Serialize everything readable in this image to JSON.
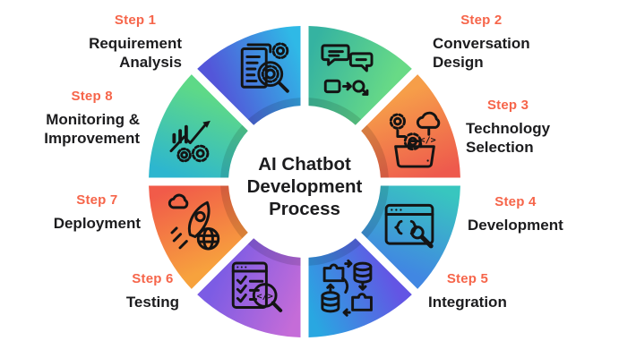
{
  "title": "AI Chatbot Development Process",
  "center": {
    "line1": "AI Chatbot",
    "line2": "Development",
    "line3": "Process"
  },
  "colors": {
    "accent": "#f6654a",
    "text": "#1c1c1e",
    "background": "#ffffff",
    "icon_stroke": "#141414"
  },
  "steps": [
    {
      "step": "Step 1",
      "name": "Requirement\nAnalysis",
      "icon": "document-analysis-icon",
      "gradient": {
        "from": "#5356d9",
        "to": "#2fb9e6"
      }
    },
    {
      "step": "Step 2",
      "name": "Conversation\nDesign",
      "icon": "chat-flow-icon",
      "gradient": {
        "from": "#35b3a1",
        "to": "#68da86"
      }
    },
    {
      "step": "Step 3",
      "name": "Technology\nSelection",
      "icon": "toolbox-icon",
      "gradient": {
        "from": "#f69e49",
        "to": "#ee5a4d"
      }
    },
    {
      "step": "Step 4",
      "name": "Development",
      "icon": "code-window-icon",
      "gradient": {
        "from": "#38c6bf",
        "to": "#4187e2"
      }
    },
    {
      "step": "Step 5",
      "name": "Integration",
      "icon": "puzzle-database-icon",
      "gradient": {
        "from": "#6355e4",
        "to": "#29a7e1"
      }
    },
    {
      "step": "Step 6",
      "name": "Testing",
      "icon": "checklist-magnifier-icon",
      "gradient": {
        "from": "#c56cd8",
        "to": "#7c5ce4"
      }
    },
    {
      "step": "Step 7",
      "name": "Deployment",
      "icon": "rocket-globe-icon",
      "gradient": {
        "from": "#f7a23d",
        "to": "#f15b49"
      }
    },
    {
      "step": "Step 8",
      "name": "Monitoring &\nImprovement",
      "icon": "growth-gears-icon",
      "gradient": {
        "from": "#2db6cf",
        "to": "#5ed987"
      }
    }
  ]
}
